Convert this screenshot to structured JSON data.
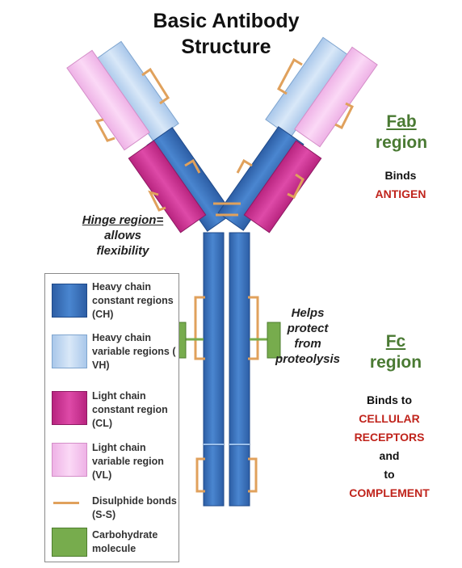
{
  "title": {
    "line1": "Basic Antibody",
    "line2": "Structure"
  },
  "hinge_note": {
    "line1": "Hinge region=",
    "line2": "allows",
    "line3": "flexibility"
  },
  "proteolysis_note": {
    "line1": "Helps",
    "line2": "protect",
    "line3": "from",
    "line4": "proteolysis"
  },
  "fab": {
    "title_line1": "Fab",
    "title_line2": "region",
    "desc_line1": "Binds",
    "desc_line2": "ANTIGEN"
  },
  "fc": {
    "title_line1": "Fc",
    "title_line2": "region",
    "desc_line1": "Binds to",
    "desc_line2": "CELLULAR",
    "desc_line3": "RECEPTORS",
    "desc_line4": "and",
    "desc_line5": "to",
    "desc_line6": "COMPLEMENT"
  },
  "legend": [
    {
      "label": "Heavy chain constant regions (CH)",
      "color": "#3c74bf"
    },
    {
      "label": "Heavy chain variable regions ( VH)",
      "color": "#c5dcf3"
    },
    {
      "label": "Light chain constant region (CL)",
      "color": "#d2359a"
    },
    {
      "label": "Light chain variable region (VL)",
      "color": "#f6c6ef"
    },
    {
      "label": "Disulphide bonds (S-S)",
      "color": "#e0a15c"
    },
    {
      "label": "Carbohydrate molecule",
      "color": "#77ac4d"
    }
  ],
  "colors": {
    "heavy_constant": "#3c74bf",
    "heavy_variable": "#c5dcf3",
    "light_constant": "#d2359a",
    "light_variable": "#f6c6ef",
    "disulphide": "#e0a15c",
    "carbohydrate": "#77ac4d",
    "region_title": "#4a7a33",
    "emphasis": "#c0241c"
  }
}
